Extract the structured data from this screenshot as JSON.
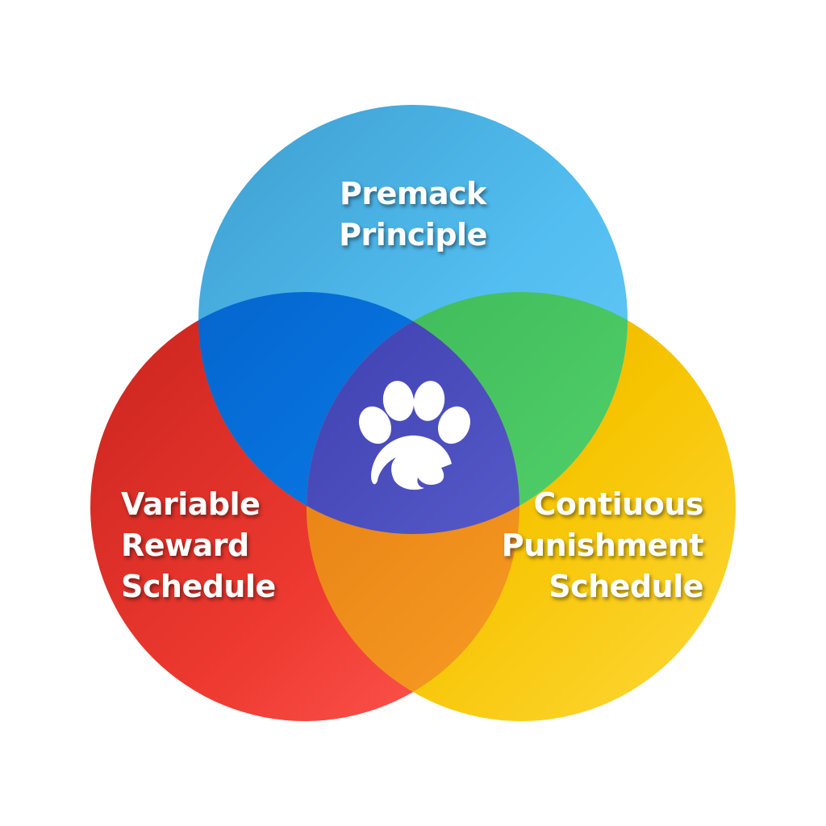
{
  "sets": {
    "top": {
      "lines": [
        "Premack",
        "Principle"
      ],
      "color": "#4DB7EC"
    },
    "left": {
      "lines": [
        "Variable",
        "Reward",
        "Schedule"
      ],
      "color": "#E8302A"
    },
    "right": {
      "lines": [
        "Contiuous",
        "Punishment",
        "Schedule"
      ],
      "color": "#F5C400"
    }
  },
  "overlaps": {
    "top_left": "#0A7BE8",
    "top_right": "#4CD35F",
    "left_right": "#F7941D",
    "center": "#4A4FC4"
  },
  "center_icon": "paw-dog-icon"
}
